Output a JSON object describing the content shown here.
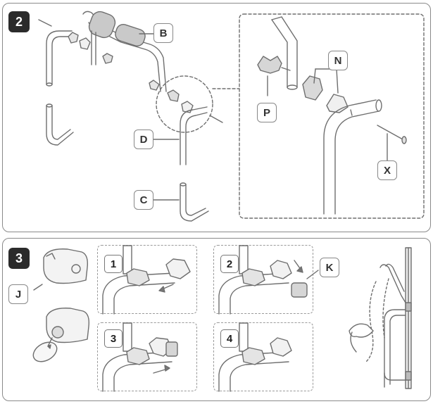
{
  "step2": {
    "number": "2",
    "labels": {
      "b": "B",
      "d": "D",
      "c": "C",
      "p": "P",
      "n": "N",
      "x": "X"
    }
  },
  "step3": {
    "number": "3",
    "labels": {
      "j": "J",
      "k": "K"
    },
    "substeps": [
      "1",
      "2",
      "3",
      "4"
    ]
  }
}
